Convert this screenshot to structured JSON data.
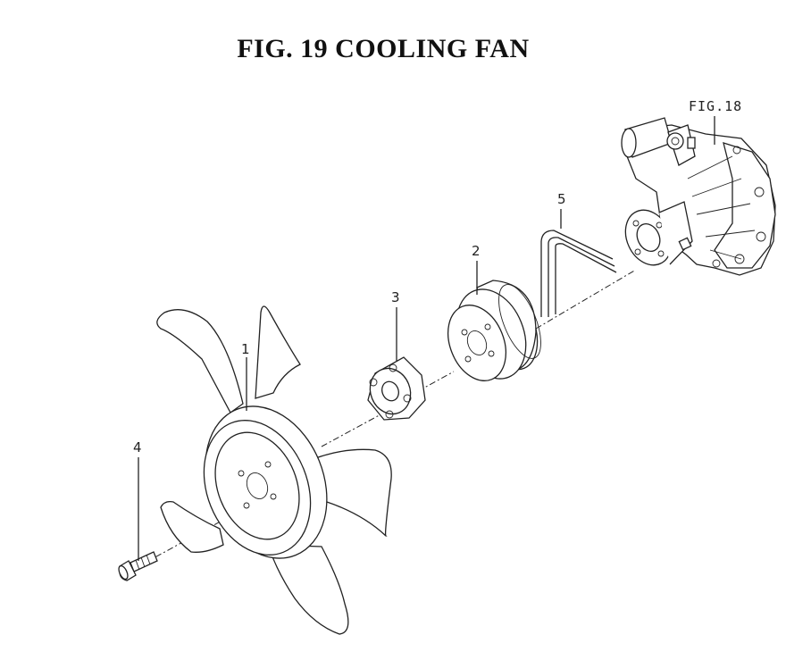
{
  "title": "FIG. 19  COOLING FAN",
  "reference": "FIG.18",
  "parts": [
    {
      "id": "fan",
      "label": "1"
    },
    {
      "id": "pulley",
      "label": "2"
    },
    {
      "id": "spacer",
      "label": "3"
    },
    {
      "id": "bolt",
      "label": "4"
    },
    {
      "id": "belt",
      "label": "5"
    }
  ]
}
